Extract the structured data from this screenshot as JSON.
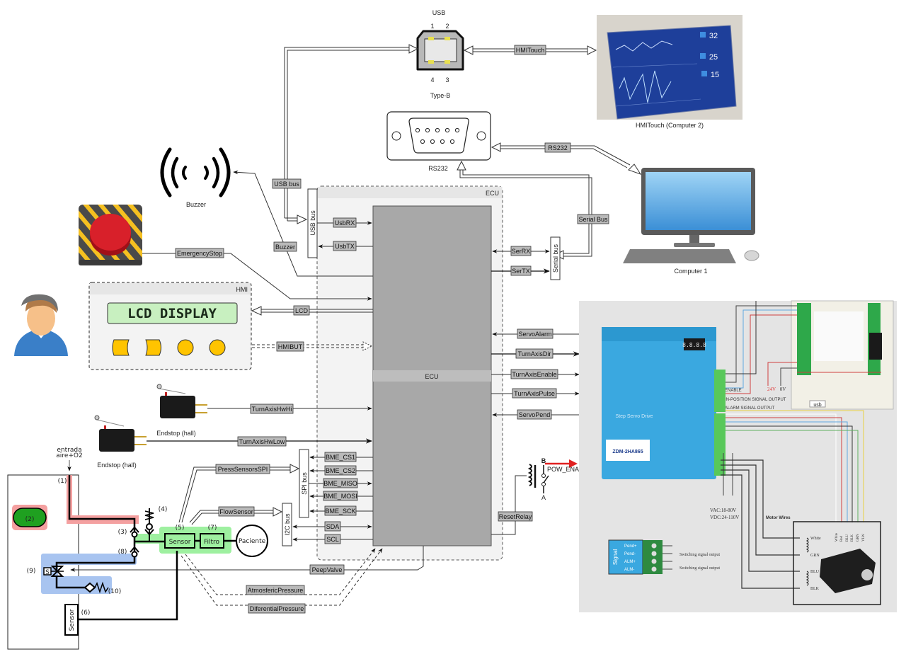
{
  "usb_connector": {
    "title": "USB",
    "pins_top": [
      "1",
      "2"
    ],
    "pins_bottom": [
      "4",
      "3"
    ],
    "type_label": "Type-B"
  },
  "hmi_touch": {
    "caption": "HMITouch (Computer 2)",
    "screen_values": [
      "32",
      "25",
      "15"
    ]
  },
  "rs232": {
    "caption": "RS232"
  },
  "computer": {
    "caption": "Computer 1"
  },
  "buzzer": {
    "caption": "Buzzer"
  },
  "hmi_box": {
    "title": "HMI",
    "lcd_text": "LCD DISPLAY"
  },
  "ecu": {
    "container_title": "ECU",
    "core_label": "ECU"
  },
  "buses": {
    "usb": "USB bus",
    "serial": "Serial bus",
    "spi": "SPI bus",
    "i2c": "I2C bus"
  },
  "signals": {
    "hmi_touch_link": "HMITouch",
    "rs232_link": "RS232",
    "usb_bus_link": "USB bus",
    "serial_bus_link": "Serial Bus",
    "buzzer": "Buzzer",
    "emergency_stop": "EmergencyStop",
    "usb_rx": "UsbRX",
    "usb_tx": "UsbTX",
    "ser_rx": "SerRX",
    "ser_tx": "SerTX",
    "lcd": "LCD",
    "hmi_but": "HMIBUT",
    "servo_alarm": "ServoAlarm",
    "turn_axis_dir": "TurnAxisDir",
    "turn_axis_enable": "TurnAxisEnable",
    "turn_axis_pulse": "TurnAxisPulse",
    "servo_pend": "ServoPend",
    "turn_axis_hw_hi": "TurnAxisHwHi",
    "turn_axis_hw_low": "TurnAxisHwLow",
    "press_sensors_spi": "PressSensorsSPI",
    "flow_sensor": "FlowSensor",
    "bme_cs1": "BME_CS1",
    "bme_cs2": "BME_CS2",
    "bme_miso": "BME_MISO",
    "bme_mosi": "BME_MOSI",
    "bme_sck": "BME_SCK",
    "sda": "SDA",
    "scl": "SCL",
    "reset_relay": "ResetRelay",
    "peep_valve": "PeepValve",
    "atmospheric_pressure": "AtmosfericPressure",
    "differential_pressure": "DiferentialPressure"
  },
  "relay": {
    "contact_b": "B",
    "contact_a": "A",
    "output": "POW_ENABLE"
  },
  "endstops": {
    "hi_caption": "Endstop (hall)",
    "low_caption": "Endstop (hall)"
  },
  "pneumatic": {
    "inlet_label_1": "entrada",
    "inlet_label_2": "aire+O2",
    "markers": [
      "(1)",
      "(2)",
      "(3)",
      "(4)",
      "(5)",
      "(6)",
      "(7)",
      "(8)",
      "(9)",
      "(10)"
    ],
    "sensor_label": "Sensor",
    "filter_label": "Filtro",
    "patient_label": "Paciente",
    "pressure_sensor_label": "Sensor",
    "solenoid_label": "S"
  },
  "servo_driver": {
    "model": "ZDM-2HA865",
    "brand_text": "Step Servo Drive",
    "display_value": "8.8.8.8",
    "io_labels": [
      "ENABLE",
      "IN-POSITION SIGNAL OUTPUT",
      "ALARM SIGNAL OUTPUT"
    ],
    "power_labels": [
      "24V",
      "0V"
    ],
    "supply_ac": "VAC:18-80V",
    "supply_dc": "VDC:24-110V",
    "motor_wires_title": "Motor Wires",
    "motor_coil_labels": [
      "White",
      "GRN",
      "BLU",
      "BLK"
    ],
    "encoder_wire_labels": [
      "White",
      "Red",
      "BLU",
      "BLK",
      "GRN",
      "YLW"
    ],
    "signal_block_title": "Signal",
    "signal_pins": [
      "Pend+",
      "Pend-",
      "ALM+",
      "ALM-"
    ],
    "switching_outputs": [
      "Switching signal output",
      "Switching signal output"
    ],
    "controller_tag": "usb"
  },
  "colors": {
    "tag_fill": "#b9b9b9",
    "ecu_core": "#a8a8a8",
    "lcd_green": "#c8f0c0",
    "hmi_button": "#ffc400",
    "air_path": "#f4a0a0",
    "exhale_path": "#a8c4f0",
    "flow_path": "#9ef0a0",
    "relay_arrow": "#e02020",
    "driver_blue": "#3aa8e0"
  }
}
